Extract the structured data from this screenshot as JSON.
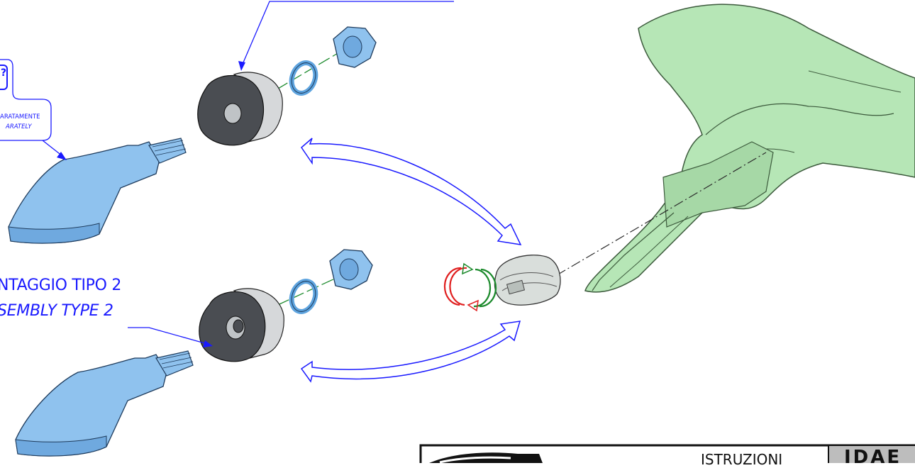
{
  "labels": {
    "assembly_type2_it": "NTAGGIO TIPO 2",
    "assembly_type2_en": "SEMBLY TYPE 2",
    "sold_separately_it": "ARATAMENTE",
    "sold_separately_en": "ARATELY"
  },
  "title_block": {
    "instructions_label": "ISTRUZIONI",
    "doc_code": "IDAE"
  },
  "colors": {
    "part_blue": "#8fc2ee",
    "hand_green": "#b6e6b6",
    "leader_blue": "#1a1aff",
    "rotate_red": "#e02020",
    "rotate_green": "#1c8a2c",
    "axis_green": "#1c8a2c",
    "dark_gray": "#4a4d52"
  },
  "icons": {
    "rotate": "rotate-arrows-icon",
    "swap": "swap-arrow-icon",
    "logo": "brand-logo-icon"
  }
}
